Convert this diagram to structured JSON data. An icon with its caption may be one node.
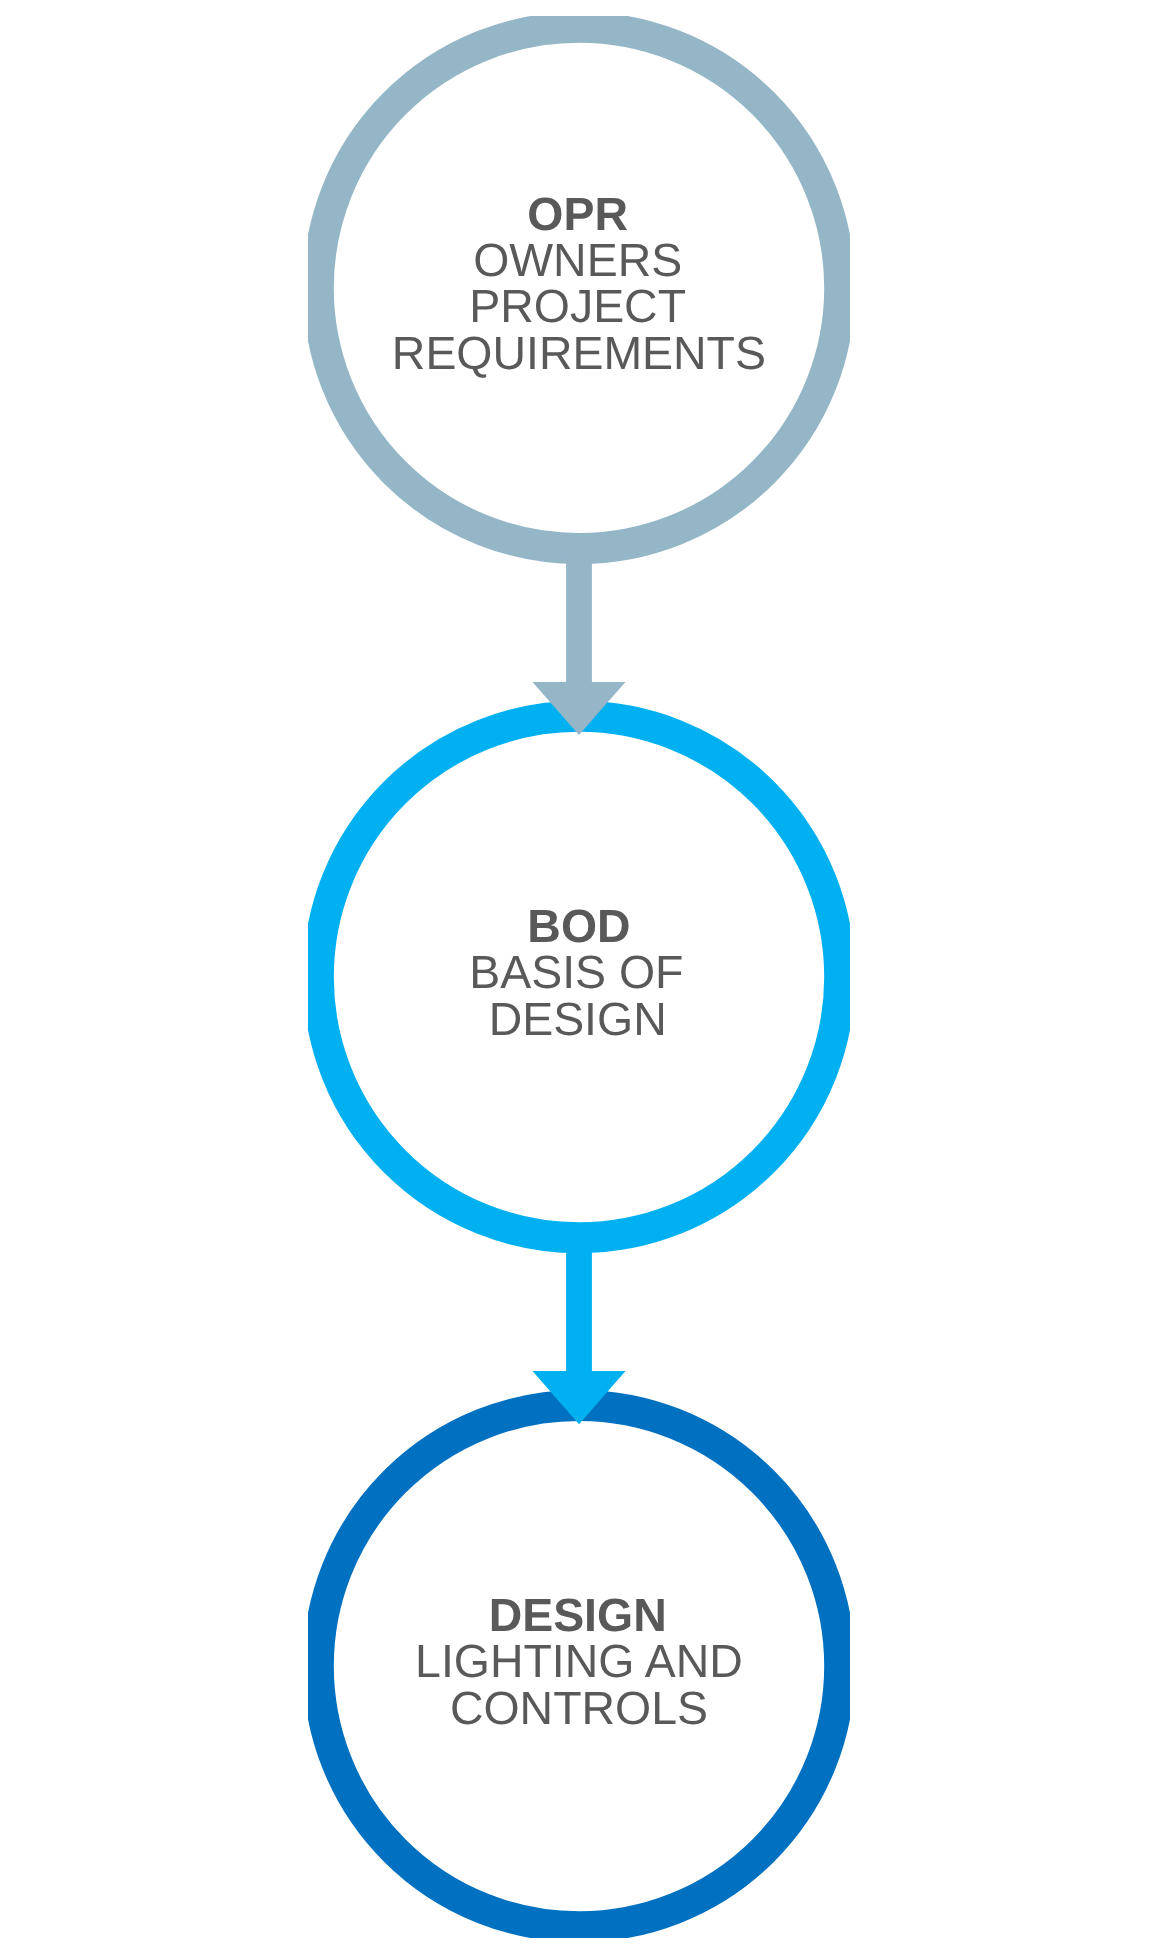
{
  "diagram": {
    "nodes": [
      {
        "text": [
          "OPR",
          "OWNERS PROJECT REQUIREMENTS"
        ]
      },
      {
        "text": [
          "BOD",
          "BASIS OF DESIGN"
        ]
      },
      {
        "text": [
          "DESIGN",
          "LIGHTING AND CONTROLS"
        ]
      }
    ],
    "edges": [
      {
        "from": 0,
        "to": 1,
        "arrow": "to",
        "color": "#94b6c7"
      },
      {
        "from": 1,
        "to": 2,
        "arrow": "to",
        "color": "#00b0f0"
      }
    ]
  }
}
